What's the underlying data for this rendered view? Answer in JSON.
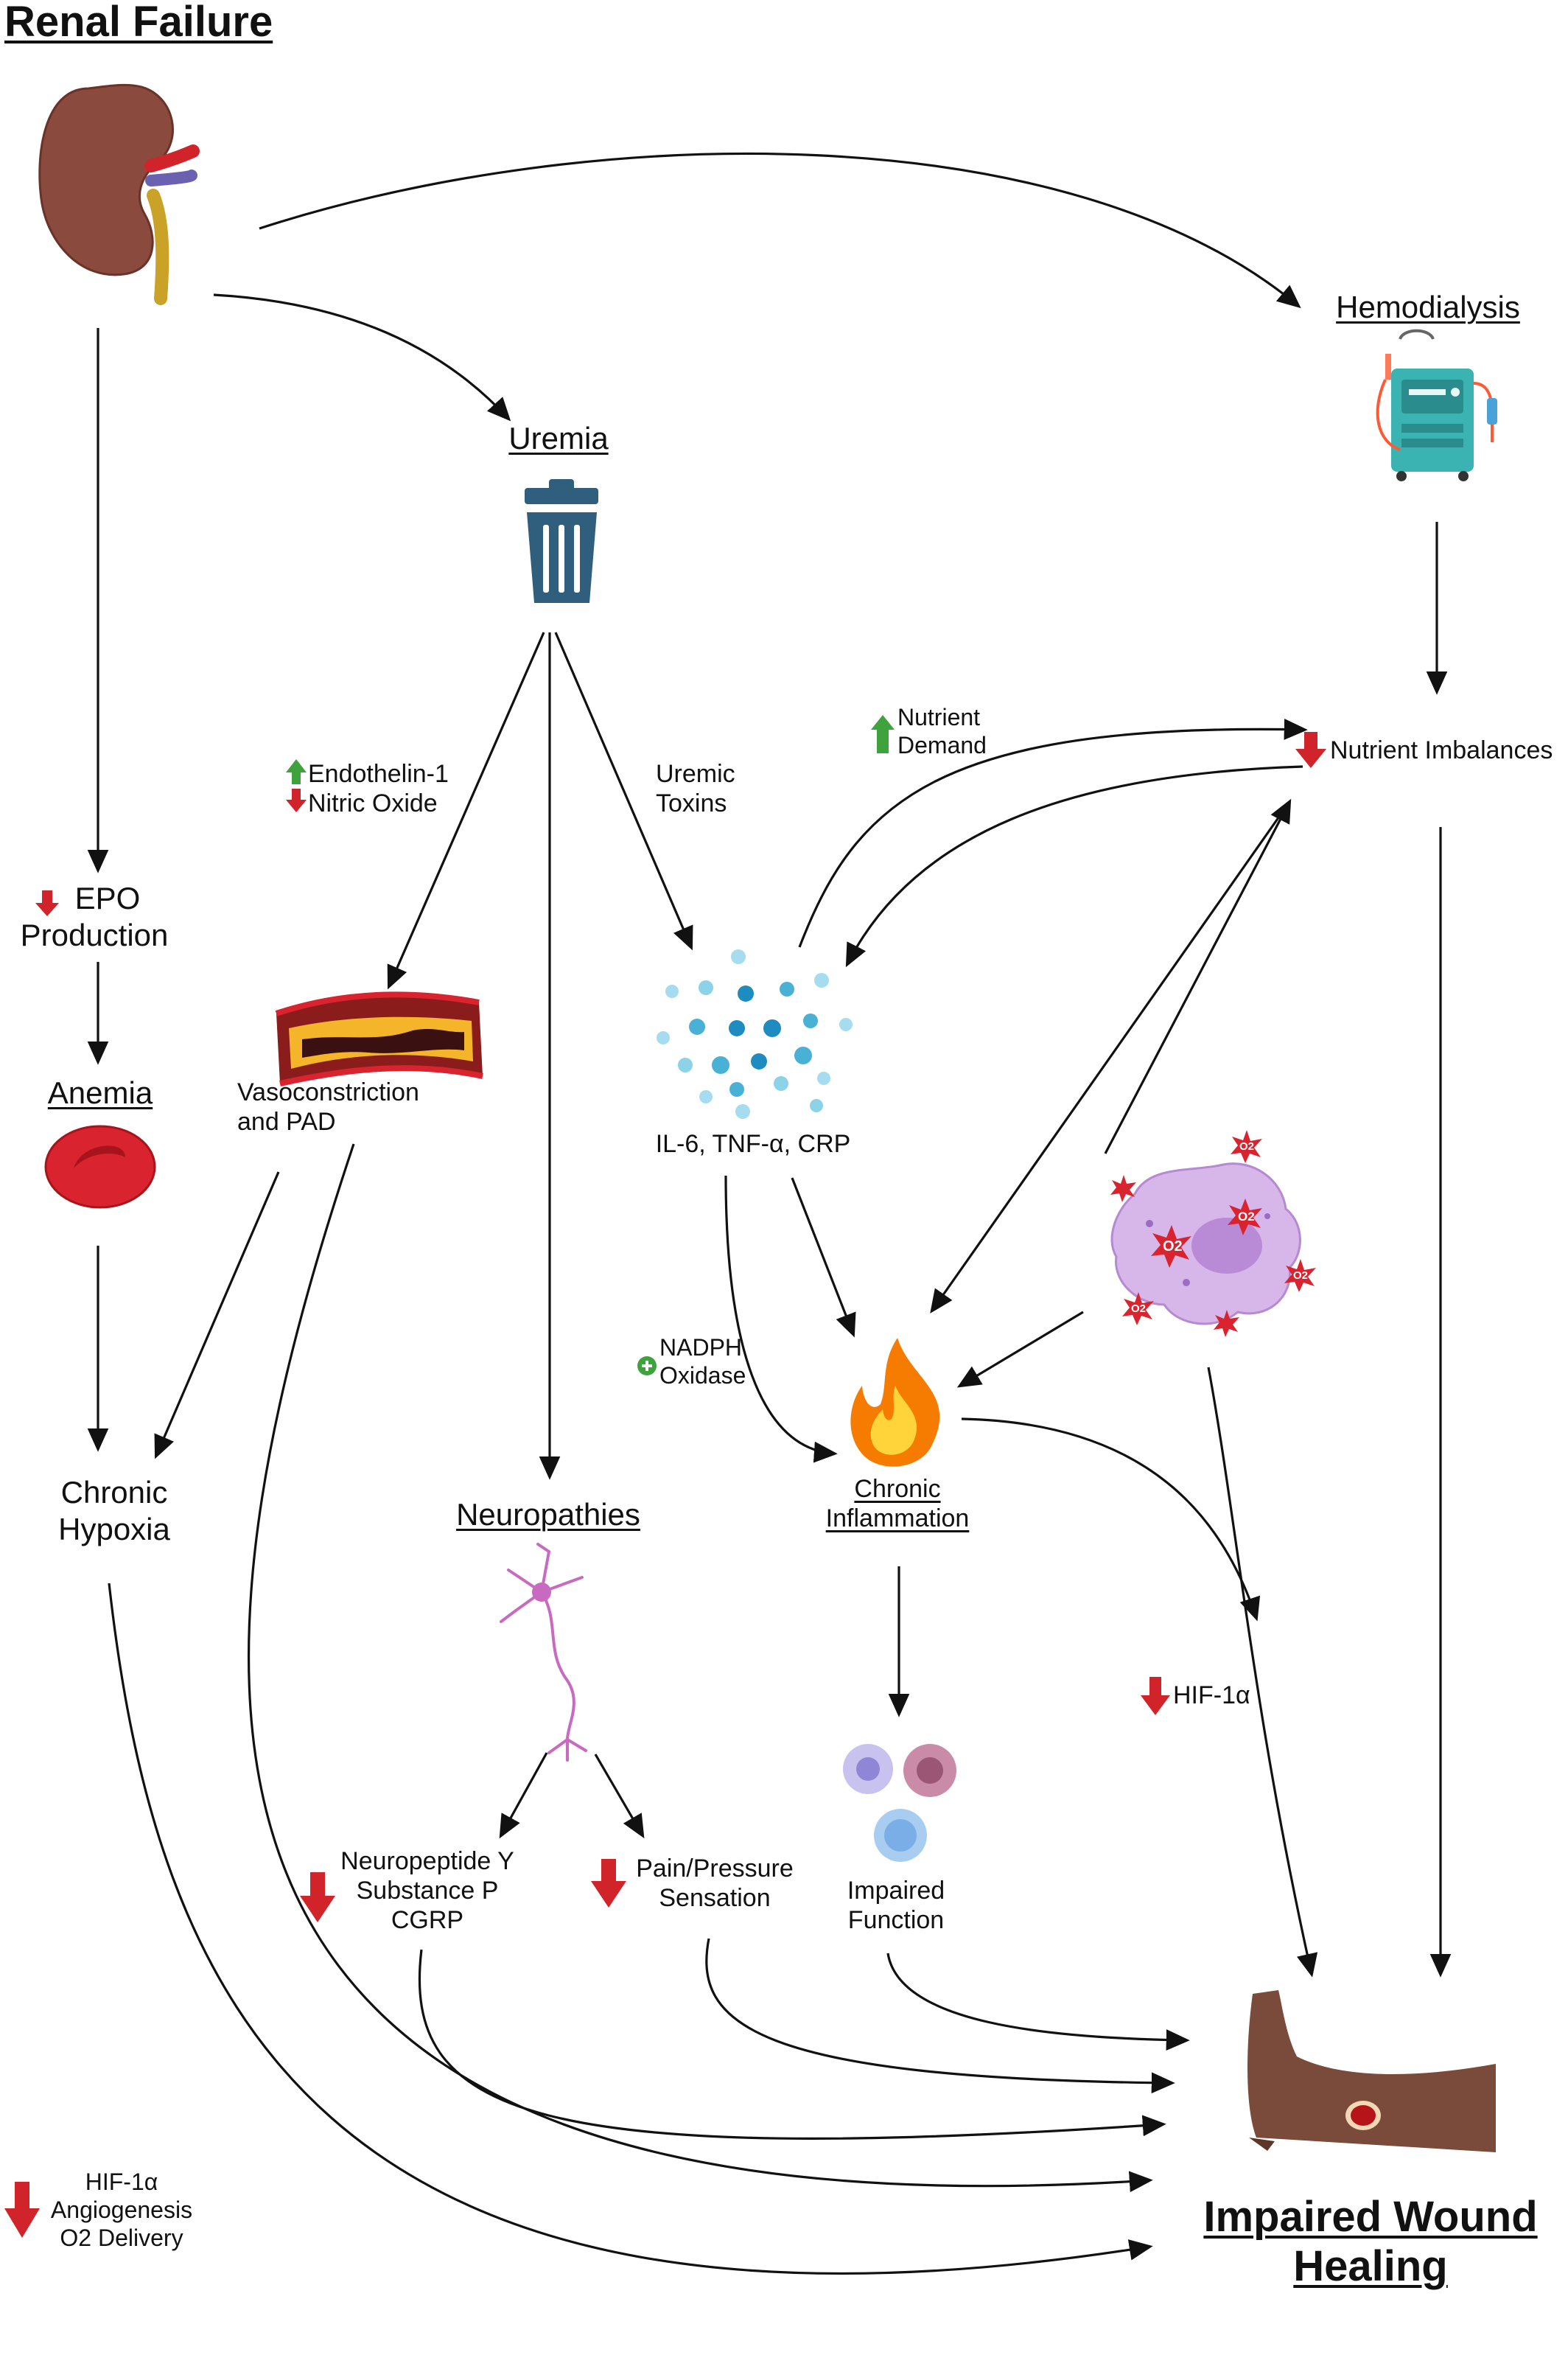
{
  "title": "Renal Failure",
  "outcome": [
    "Impaired Wound",
    "Healing"
  ],
  "nodes": {
    "uremia": "Uremia",
    "hemodialysis": "Hemodialysis",
    "epo": [
      "EPO",
      "Production"
    ],
    "anemia": "Anemia",
    "chronic_hypoxia": [
      "Chronic",
      "Hypoxia"
    ],
    "vasoconstriction": [
      "Vasoconstriction",
      "and PAD"
    ],
    "cytokines": "IL-6, TNF-α, CRP",
    "chronic_inflammation": [
      "Chronic",
      "Inflammation"
    ],
    "neuropathies": "Neuropathies",
    "nutrient_imbalances": "Nutrient Imbalances",
    "impaired_function": [
      "Impaired",
      "Function"
    ],
    "neuropeptides": [
      "Neuropeptide Y",
      "Substance P",
      "CGRP"
    ],
    "pain_pressure": [
      "Pain/Pressure",
      "Sensation"
    ]
  },
  "edge_labels": {
    "endothelin": "Endothelin-1",
    "nitric_oxide": "Nitric Oxide",
    "uremic_toxins": [
      "Uremic",
      "Toxins"
    ],
    "nutrient_demand": [
      "Nutrient",
      "Demand"
    ],
    "nadph": [
      "NADPH",
      "Oxidase"
    ],
    "hif_mid": "HIF-1α",
    "hif_bottom": [
      "HIF-1α",
      "Angiogenesis",
      "O2 Delivery"
    ]
  },
  "o2_label": "O2",
  "colors": {
    "down_arrow": "#d0232a",
    "up_arrow": "#3fa33d",
    "plus_circle": "#3fa33d",
    "arrow_line": "#111111",
    "kidney": "#8b4a3e",
    "trash": "#2f5f7d",
    "dialysis": "#3bb3b3",
    "rbc": "#d9232e",
    "fire_outer": "#f57c00",
    "fire_inner": "#ffd43b",
    "cell_purple": "#c9a6e0",
    "skin": "#7a4a3a"
  }
}
